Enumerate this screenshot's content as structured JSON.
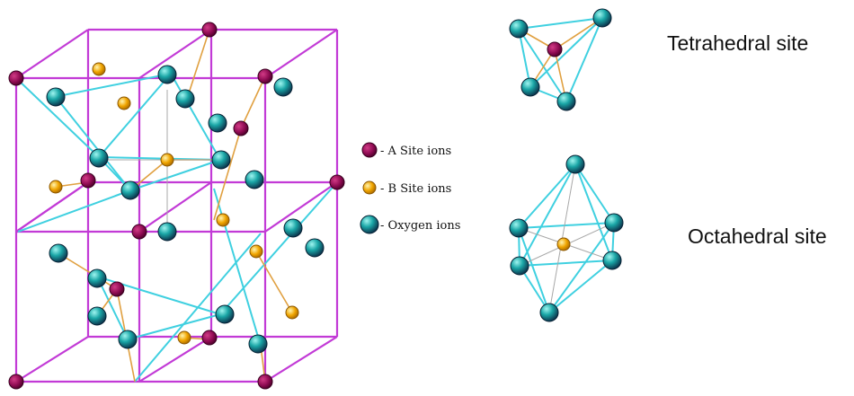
{
  "legend": {
    "a_site": "- A Site ions",
    "b_site": "- B Site ions",
    "oxygen": "- Oxygen ions"
  },
  "labels": {
    "tetrahedral": "Tetrahedral site",
    "octahedral": "Octahedral site"
  },
  "colors": {
    "a_site_ion": "#8e0b52",
    "b_site_ion": "#f0a500",
    "oxygen_ion": "#1aa6a6",
    "cube_edge": "#c23ad6",
    "bond_cyan": "#3fd0e0",
    "bond_orange": "#e0a040"
  }
}
